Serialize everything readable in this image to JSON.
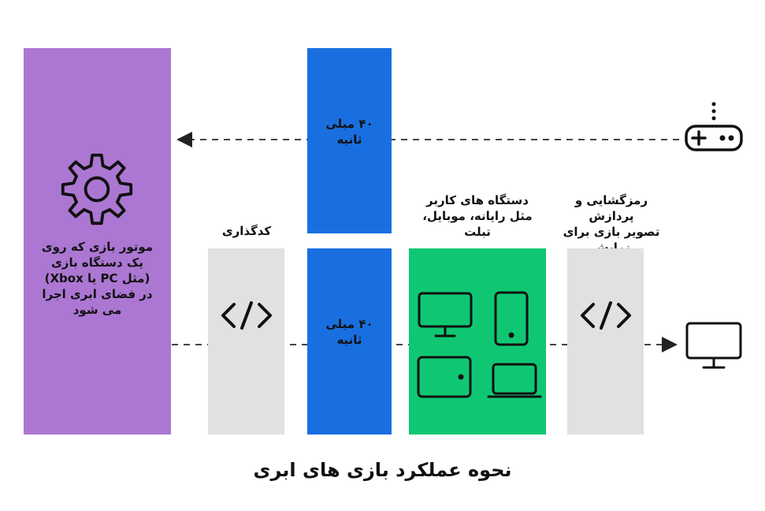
{
  "title": "نحوه عملکرد بازی های ابری",
  "nodes": {
    "engine": {
      "label": "موتور بازی که روی\nیک دستگاه بازی\n(مثل PC یا Xbox)\nدر فضای ابری اجرا\nمی شود",
      "color": "#ac77d3"
    },
    "encoding": {
      "label": "کدگذاری",
      "color": "#e1e1e1"
    },
    "latency_top": {
      "label": "۴۰ میلی\nثانیه",
      "color": "#1a6fe0"
    },
    "latency_bottom": {
      "label": "۴۰ میلی\nثانیه",
      "color": "#1a6fe0"
    },
    "user_devices": {
      "label": "دستگاه های کاربر\nمثل رایانه، موبایل،\nتبلت",
      "color": "#0fc773"
    },
    "decoding": {
      "label": "رمزگشایی و پردازش\nتصویر بازی برای\nنمایش",
      "color": "#e1e1e1"
    }
  },
  "icons": [
    "gear-icon",
    "code-icon",
    "monitor-icon",
    "phone-icon",
    "tablet-icon",
    "laptop-icon",
    "gamepad-icon"
  ]
}
